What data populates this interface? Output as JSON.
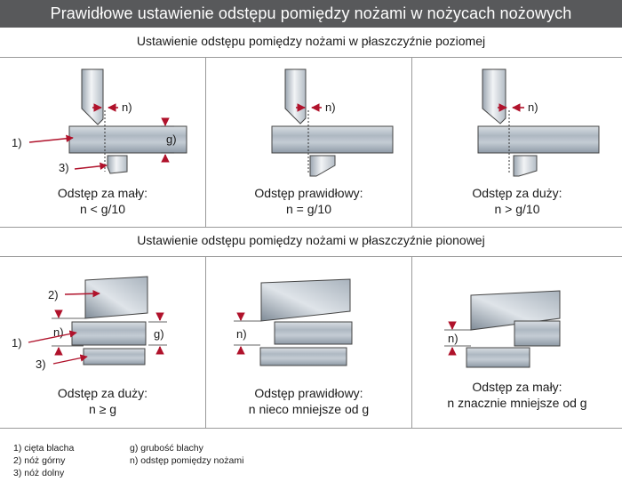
{
  "title": "Prawidłowe ustawienie odstępu pomiędzy nożami w nożycach nożowych",
  "section_horizontal": {
    "heading": "Ustawienie odstępu pomiędzy nożami w płaszczyźnie poziomej",
    "panels": [
      {
        "line1": "Odstęp za mały:",
        "line2": "n < g/10"
      },
      {
        "line1": "Odstęp prawidłowy:",
        "line2": "n = g/10"
      },
      {
        "line1": "Odstęp za duży:",
        "line2": "n > g/10"
      }
    ]
  },
  "section_vertical": {
    "heading": "Ustawienie odstępu pomiędzy nożami w płaszczyźnie pionowej",
    "panels": [
      {
        "line1": "Odstęp za duży:",
        "line2": "n ≥ g"
      },
      {
        "line1": "Odstęp prawidłowy:",
        "line2": "n nieco mniejsze od g"
      },
      {
        "line1": "Odstęp za mały:",
        "line2": "n znacznie mniejsze od g"
      }
    ]
  },
  "labels": {
    "n": "n)",
    "g": "g)",
    "one": "1)",
    "two": "2)",
    "three": "3)"
  },
  "legend": {
    "col1": [
      "1) cięta blacha",
      "2) nóż górny",
      "3) nóż dolny"
    ],
    "col2": [
      "g) grubość blachy",
      "n) odstęp pomiędzy nożami"
    ]
  },
  "colors": {
    "title_bg": "#58595b",
    "arrow": "#b0122b",
    "metal_light": "#f2f4f6",
    "metal_dark": "#8e9aa6"
  }
}
